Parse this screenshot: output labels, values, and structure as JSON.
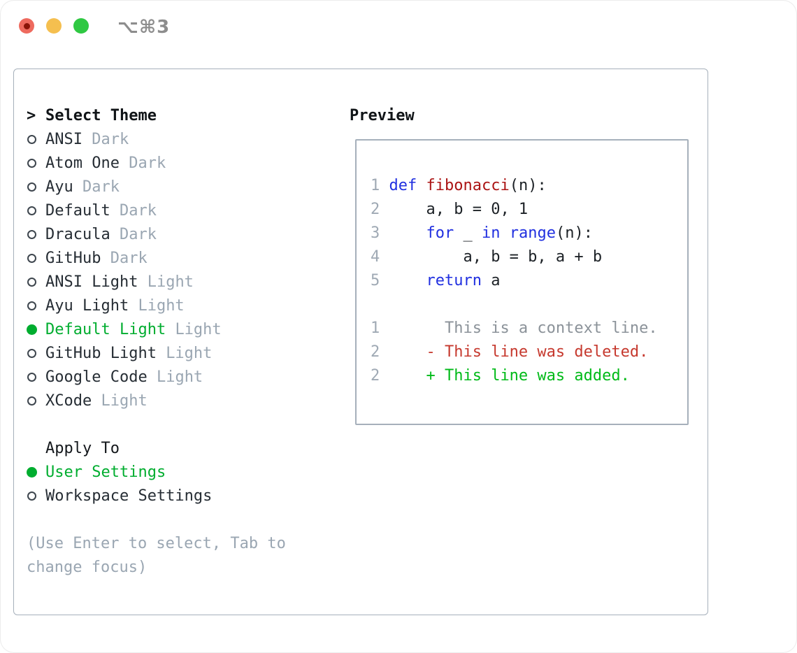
{
  "window": {
    "shortcut": "⌥⌘3"
  },
  "colors": {
    "green": "#00ad2f",
    "kw": "#2130e0",
    "fn": "#ab1414",
    "del": "#c6392e",
    "add": "#00ba18",
    "ctx": "#8b9299",
    "ln": "#9fa9b4",
    "muted": "#9aa6b2",
    "text": "#262d34",
    "border": "#a6b0bb",
    "t-red": "#ee6a5e",
    "t-yellow": "#f5bf4f",
    "t-green": "#2fc842"
  },
  "theme_list": {
    "header_marker": ">",
    "header": "Select Theme",
    "items": [
      {
        "name": "ANSI",
        "variant": "Dark",
        "selected": false
      },
      {
        "name": "Atom One",
        "variant": "Dark",
        "selected": false
      },
      {
        "name": "Ayu",
        "variant": "Dark",
        "selected": false
      },
      {
        "name": "Default",
        "variant": "Dark",
        "selected": false
      },
      {
        "name": "Dracula",
        "variant": "Dark",
        "selected": false
      },
      {
        "name": "GitHub",
        "variant": "Dark",
        "selected": false
      },
      {
        "name": "ANSI Light",
        "variant": "Light",
        "selected": false
      },
      {
        "name": "Ayu Light",
        "variant": "Light",
        "selected": false
      },
      {
        "name": "Default Light",
        "variant": "Light",
        "selected": true
      },
      {
        "name": "GitHub Light",
        "variant": "Light",
        "selected": false
      },
      {
        "name": "Google Code",
        "variant": "Light",
        "selected": false
      },
      {
        "name": "XCode",
        "variant": "Light",
        "selected": false
      }
    ]
  },
  "apply_to": {
    "header": "Apply To",
    "items": [
      {
        "name": "User Settings",
        "selected": true
      },
      {
        "name": "Workspace Settings",
        "selected": false
      }
    ]
  },
  "hint": {
    "line1": "(Use Enter to select, Tab to",
    "line2": "change focus)"
  },
  "preview": {
    "header": "Preview",
    "lines": [
      {
        "num": "1",
        "tokens": [
          [
            "kw",
            "def"
          ],
          [
            "pl",
            " "
          ],
          [
            "fn",
            "fibonacci"
          ],
          [
            "pl",
            "(n):"
          ]
        ]
      },
      {
        "num": "2",
        "tokens": [
          [
            "pl",
            "    a, b = 0, 1"
          ]
        ]
      },
      {
        "num": "3",
        "tokens": [
          [
            "pl",
            "    "
          ],
          [
            "kw",
            "for"
          ],
          [
            "pl",
            " _ "
          ],
          [
            "kw",
            "in"
          ],
          [
            "pl",
            " "
          ],
          [
            "kw",
            "range"
          ],
          [
            "pl",
            "(n):"
          ]
        ]
      },
      {
        "num": "4",
        "tokens": [
          [
            "pl",
            "        a, b = b, a + b"
          ]
        ]
      },
      {
        "num": "5",
        "tokens": [
          [
            "pl",
            "    "
          ],
          [
            "kw",
            "return"
          ],
          [
            "pl",
            " a"
          ]
        ]
      },
      {
        "num": "",
        "tokens": []
      },
      {
        "num": "1",
        "tokens": [
          [
            "ctx",
            "      This is a context line."
          ]
        ]
      },
      {
        "num": "2",
        "tokens": [
          [
            "del",
            "    - This line was deleted."
          ]
        ]
      },
      {
        "num": "2",
        "tokens": [
          [
            "add",
            "    + This line was added."
          ]
        ]
      }
    ]
  }
}
